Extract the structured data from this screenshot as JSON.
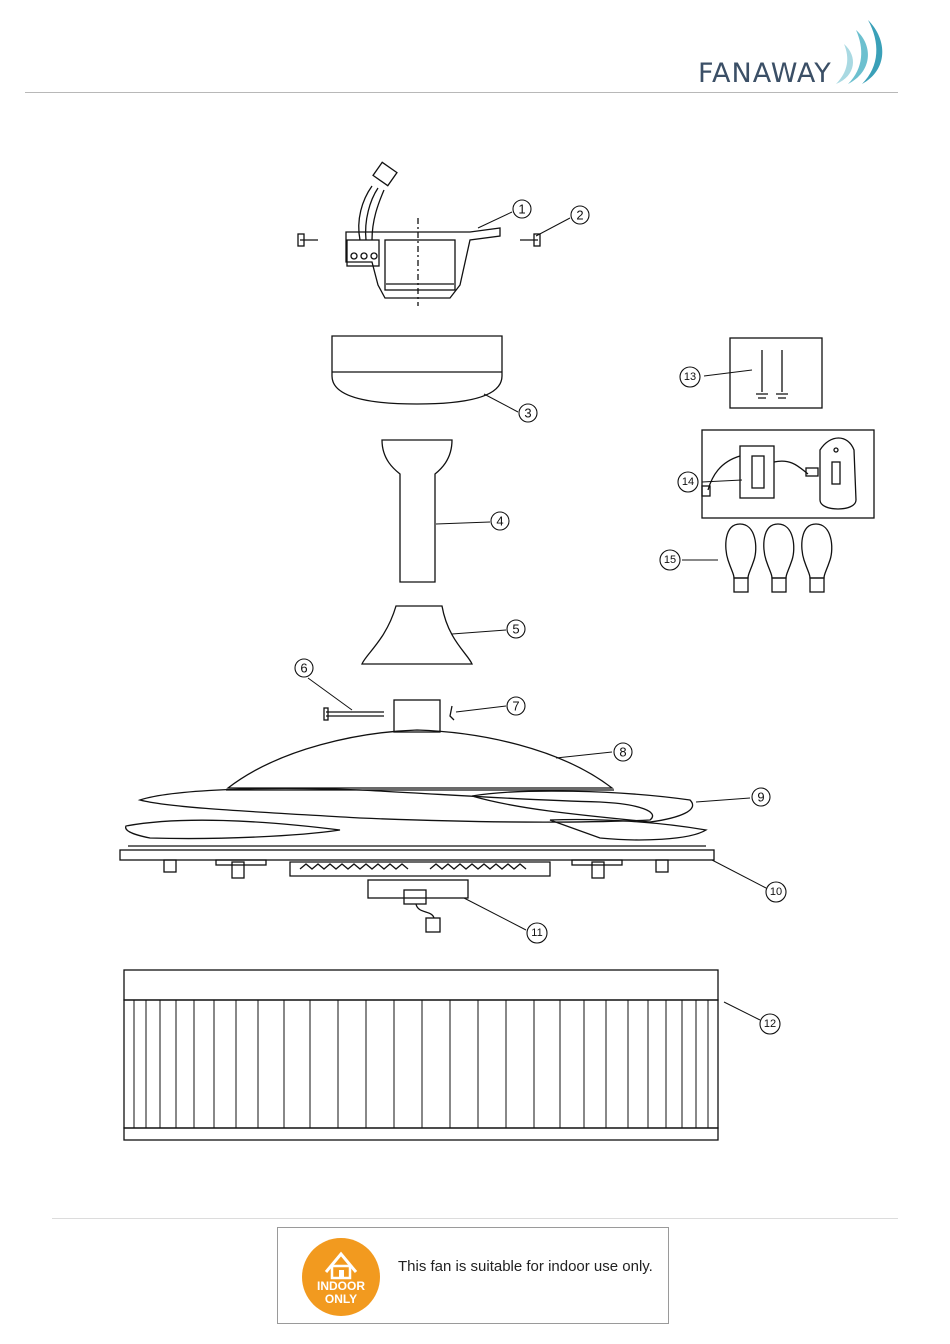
{
  "header": {
    "brand_name": "FANAWAY",
    "brand_color": "#3b4f66",
    "accent_color": "#3aa0b8"
  },
  "diagram": {
    "part_callouts": [
      "1",
      "2",
      "3",
      "4",
      "5",
      "6",
      "7",
      "8",
      "9",
      "10",
      "11",
      "12",
      "13",
      "14",
      "15"
    ]
  },
  "footer": {
    "badge_icon": "house-icon",
    "badge_text_line1": "INDOOR",
    "badge_text_line2": "ONLY",
    "badge_color": "#f29a1f",
    "notice": "This fan is suitable for indoor use only."
  }
}
